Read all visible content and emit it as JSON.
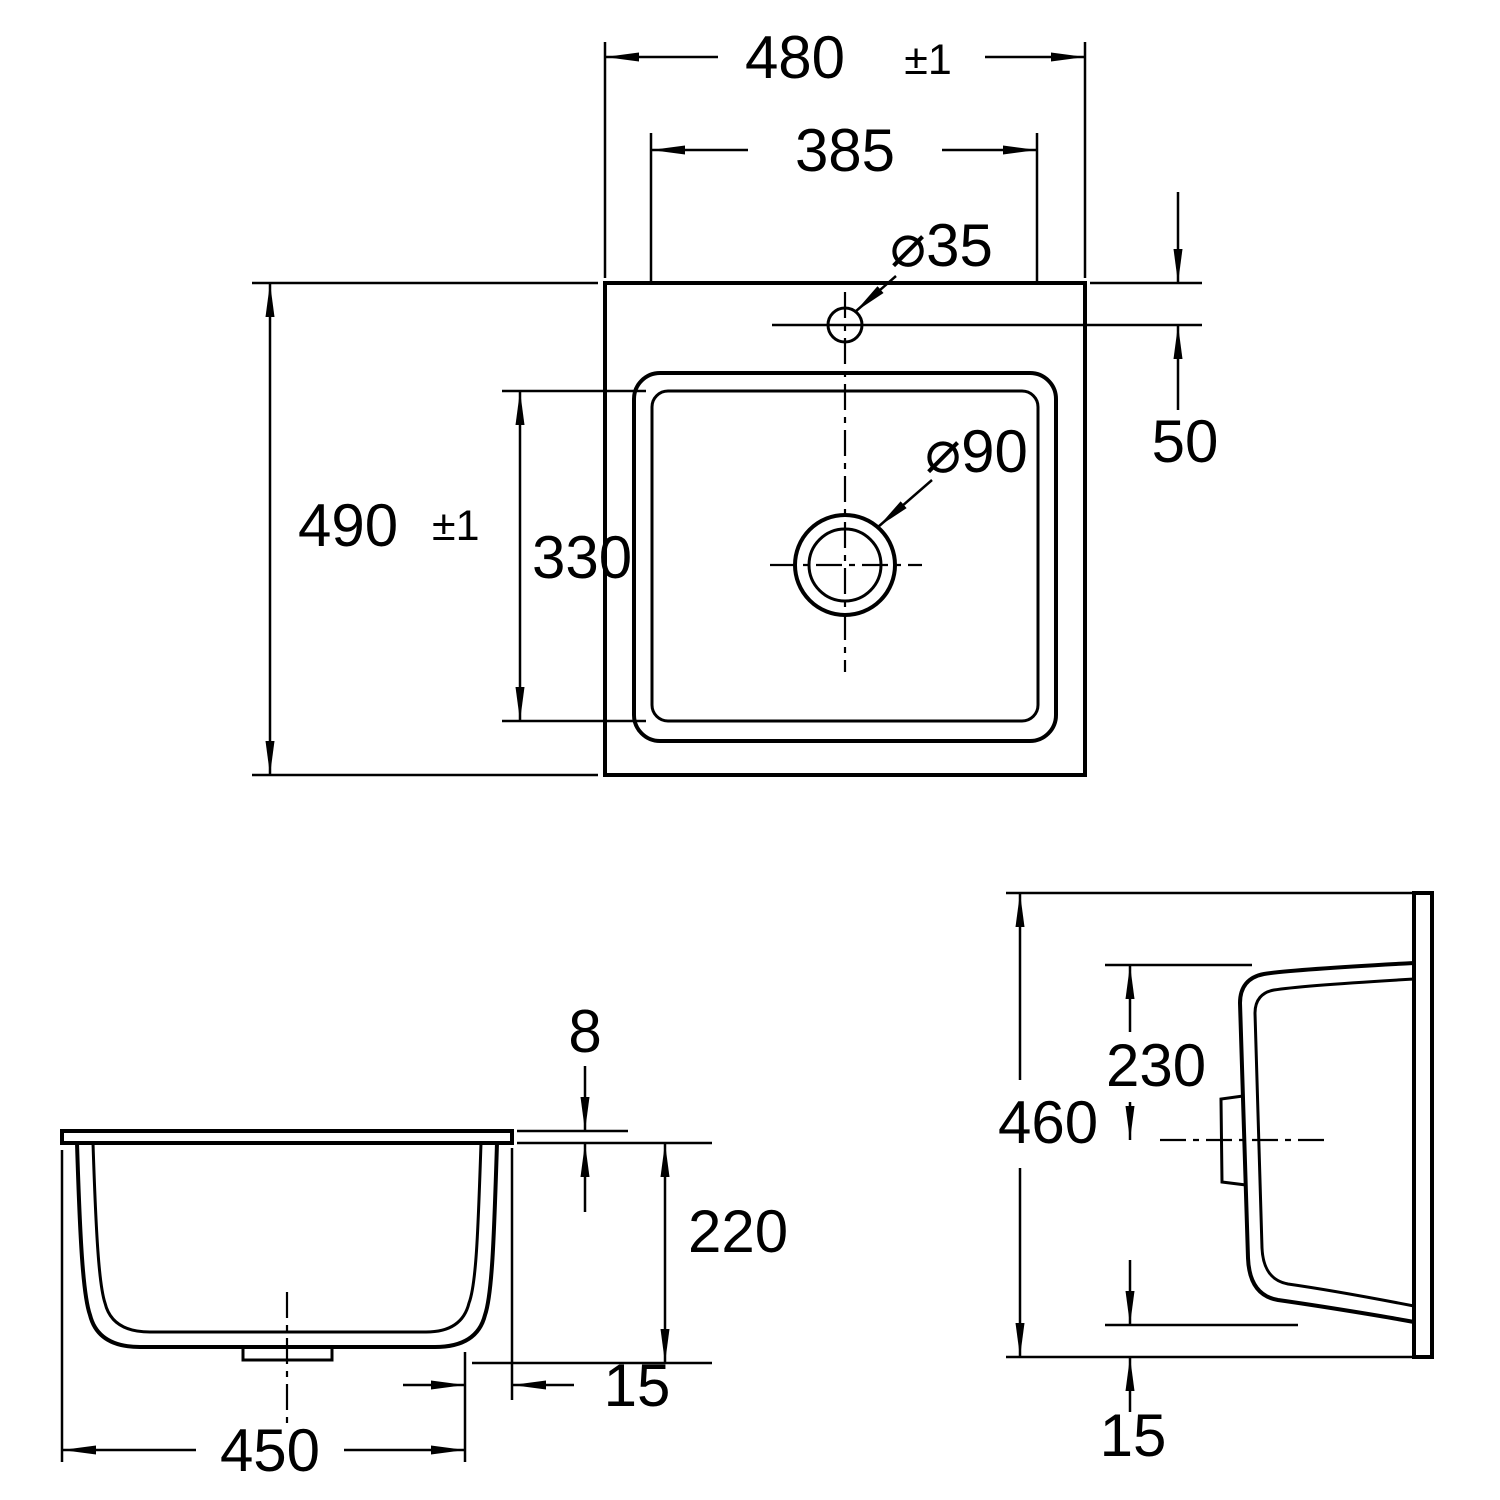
{
  "page": {
    "background": "#ffffff",
    "line_color": "#000000"
  },
  "views": {
    "top": {
      "name": "top-view",
      "overall_width": {
        "value": "480",
        "tolerance": "±1"
      },
      "overall_depth": {
        "value": "490",
        "tolerance": "±1"
      },
      "bowl_width": "385",
      "bowl_depth": "330",
      "faucet_hole_diameter": "⌀35",
      "drain_diameter": "⌀90",
      "faucet_hole_offset": "50"
    },
    "front": {
      "name": "front-view",
      "rim_thickness": "8",
      "bowl_height": "220",
      "rim_overhang": "15",
      "bottom_width": "450"
    },
    "side": {
      "name": "side-view",
      "overall_height": "460",
      "bowl_center_offset": "230",
      "bottom_clearance": "15"
    }
  }
}
